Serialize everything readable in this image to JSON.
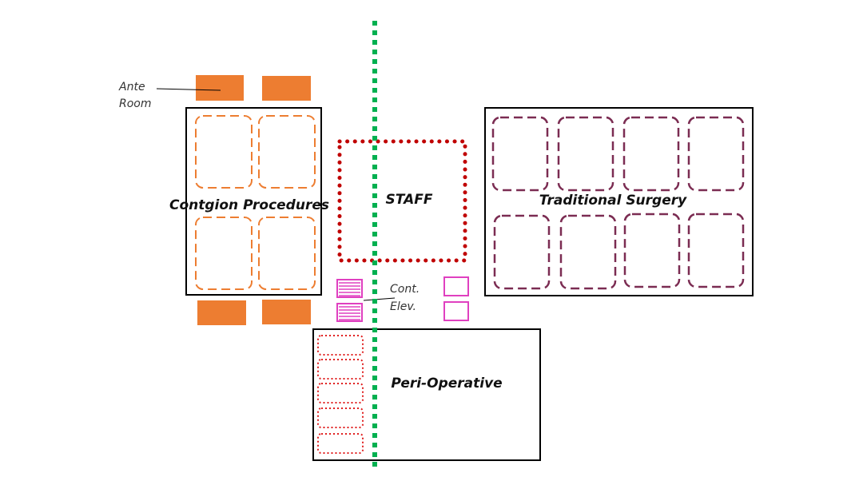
{
  "labels": {
    "ante_room_line1": "Ante",
    "ante_room_line2": "Room",
    "contagion": "Contgion Procedures",
    "staff": "STAFF",
    "traditional": "Traditional Surgery",
    "cont_elev_line1": "Cont.",
    "cont_elev_line2": "Elev.",
    "peri_operative": "Peri-Operative"
  },
  "colors": {
    "ante_room": "#ED7D31",
    "contagion_rooms": "#ED7D31",
    "staff": "#C00000",
    "traditional_rooms": "#7B2C52",
    "elevators": "#E040C0",
    "peri_bays": "#E02020",
    "divider": "#00B050",
    "outline": "#000000"
  }
}
